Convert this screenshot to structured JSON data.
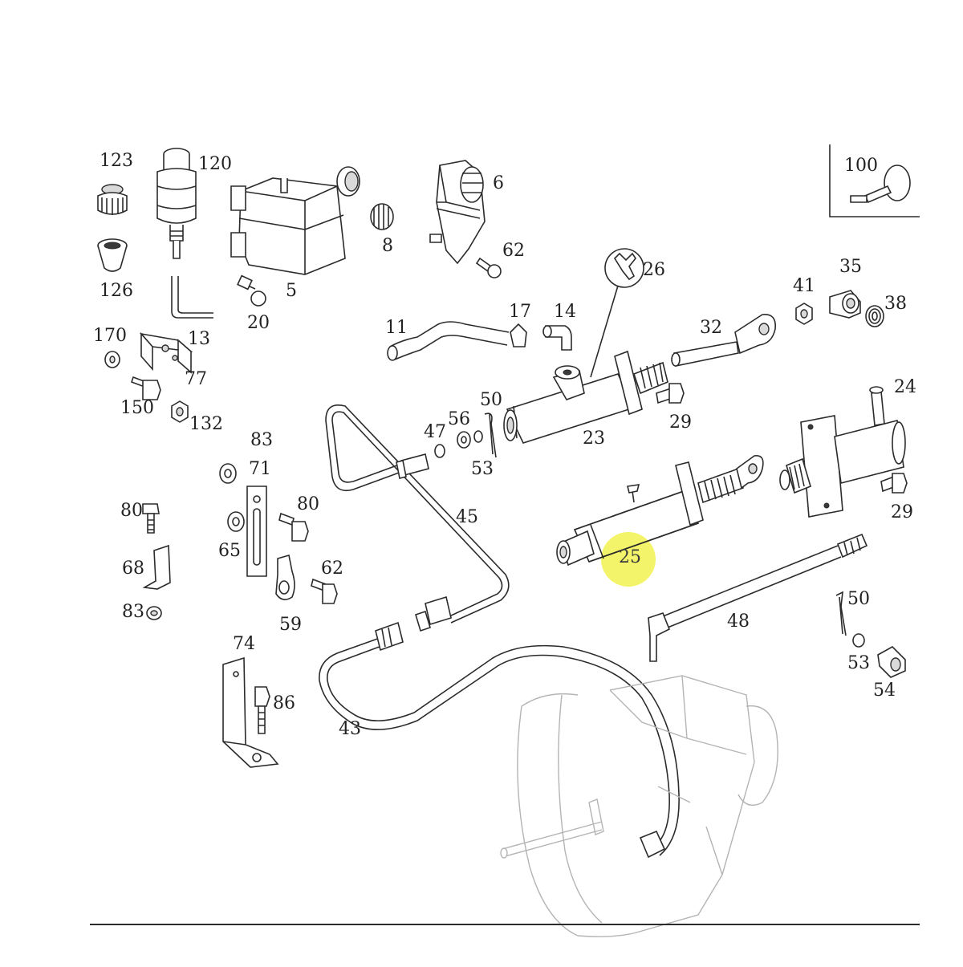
{
  "diagram": {
    "highlight_color": "#f4f46a",
    "highlighted_part": "25",
    "parts": {
      "p100": "100",
      "p123": "123",
      "p120": "120",
      "p6": "6",
      "p126": "126",
      "p8": "8",
      "p62a": "62",
      "p26": "26",
      "p5": "5",
      "p13": "13",
      "p20": "20",
      "p35": "35",
      "p41": "41",
      "p38": "38",
      "p17": "17",
      "p14": "14",
      "p11": "11",
      "p32": "32",
      "p170": "170",
      "p77": "77",
      "p150": "150",
      "p132": "132",
      "p24": "24",
      "p50a": "50",
      "p29a": "29",
      "p56": "56",
      "p47": "47",
      "p23": "23",
      "p53a": "53",
      "p83a": "83",
      "p71": "71",
      "p29b": "29",
      "p80a": "80",
      "p80b": "80",
      "p45": "45",
      "p65": "65",
      "p25": "25",
      "p68": "68",
      "p62b": "62",
      "p50b": "50",
      "p83b": "83",
      "p59": "59",
      "p48": "48",
      "p74": "74",
      "p53b": "53",
      "p54": "54",
      "p86": "86",
      "p43": "43"
    }
  }
}
